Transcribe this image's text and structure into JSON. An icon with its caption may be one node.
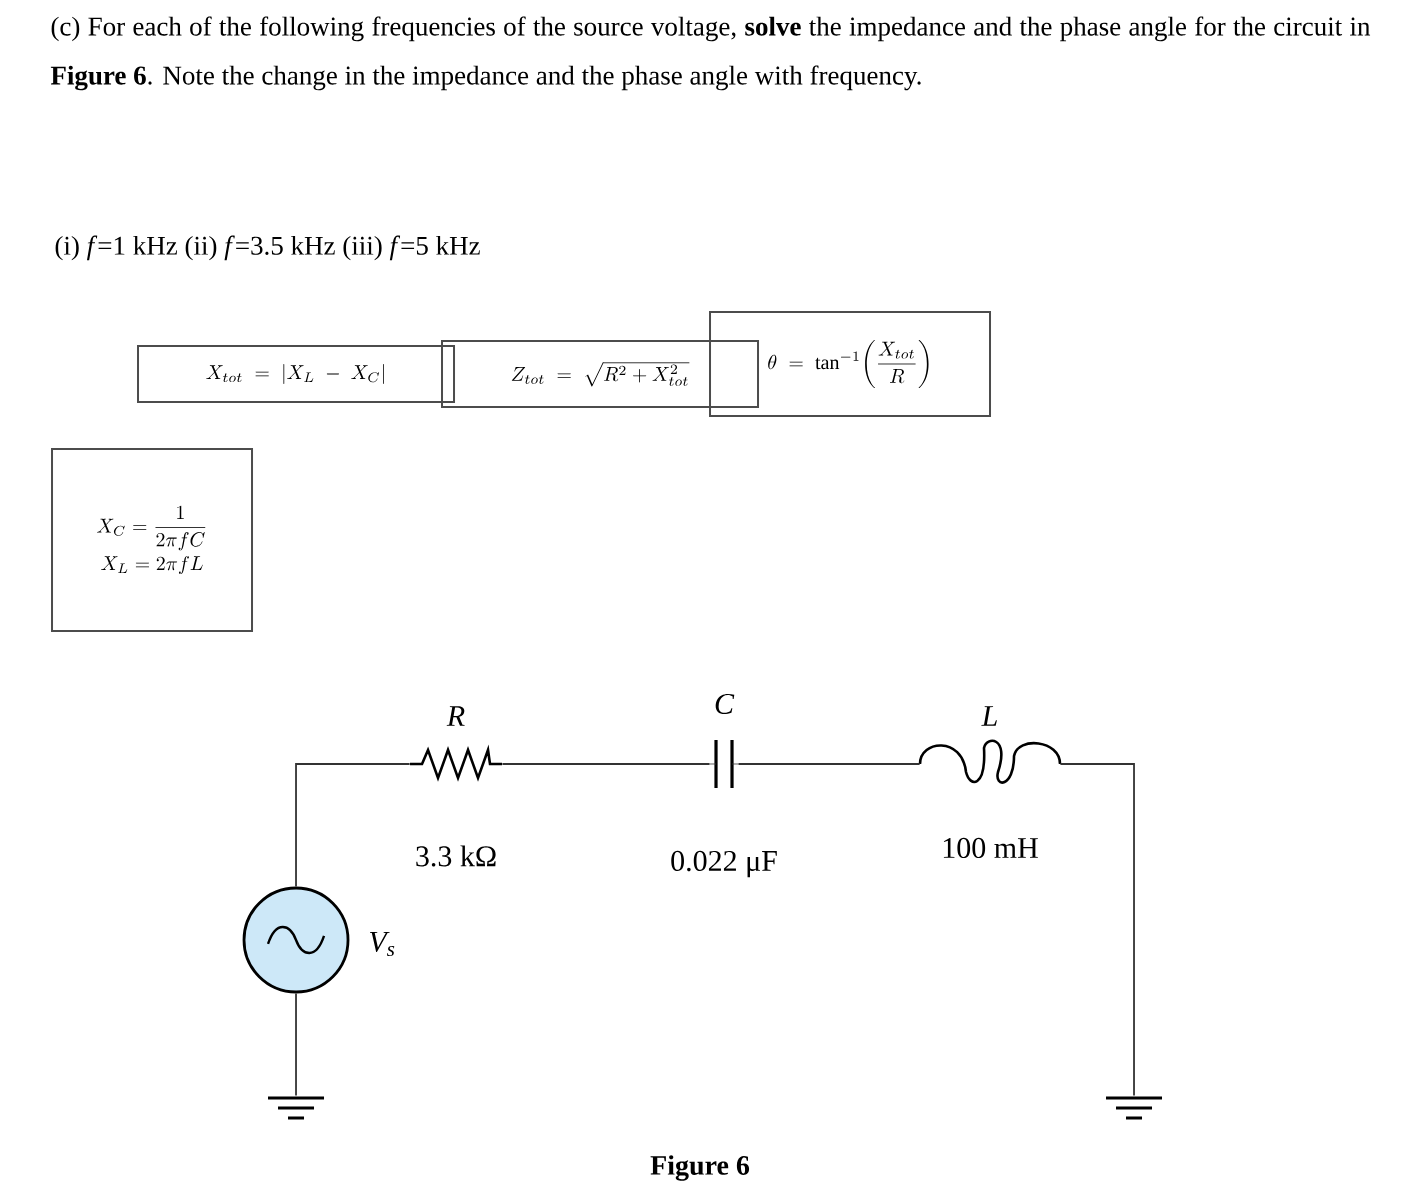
{
  "diagram": {
    "caption": "Figure 6",
    "nodes": [
      {
        "text": [
          "X_{tot} \\;=\\; |X_L \\;-\\; X_C|"
        ]
      },
      {
        "text": [
          "Z_{tot} \\;=\\; \\sqrt{R^2 + X_{tot}^2}"
        ]
      },
      {
        "text": [
          "\\theta \\;=\\; \\tan^{-1}\\!\\left(\\frac{X_{tot}}{R}\\right)"
        ]
      },
      {
        "text": [
          "X_C = \\frac{1}{2\\pi f C}",
          "X_L = 2\\pi f L"
        ]
      },
      {
        "text": [],
        "shape": "circle",
        "beside": [
          "V$_{s}$"
        ]
      },
      {
        "text": [],
        "shape": "resistor",
        "beside": [
          "R",
          "3.3 kΩ"
        ]
      },
      {
        "text": [],
        "shape": "capacitor",
        "beside": [
          "C",
          "0.022 μF"
        ]
      },
      {
        "text": [],
        "shape": "inductor",
        "beside": [
          "L",
          "100 mH"
        ]
      },
      {
        "text": [],
        "shape": "ground"
      },
      {
        "text": [],
        "shape": "ground"
      }
    ],
    "edges": [
      {
        "from": 4,
        "to": 5,
        "arrow": "none"
      },
      {
        "from": 5,
        "to": 6,
        "arrow": "none"
      },
      {
        "from": 6,
        "to": 7,
        "arrow": "none"
      },
      {
        "from": 7,
        "to": 9,
        "arrow": "none"
      },
      {
        "from": 4,
        "to": 8,
        "arrow": "none"
      }
    ],
    "labels": [
      "(c) For each of the following frequencies of the source voltage, **solve** the impedance and the phase angle for the circuit in **Figure 6**. Note the change in the impedance and the phase angle with frequency.",
      "(i) *f*=1 kHz (ii) *f*=3.5 kHz (iii) *f*=5 kHz"
    ]
  }
}
